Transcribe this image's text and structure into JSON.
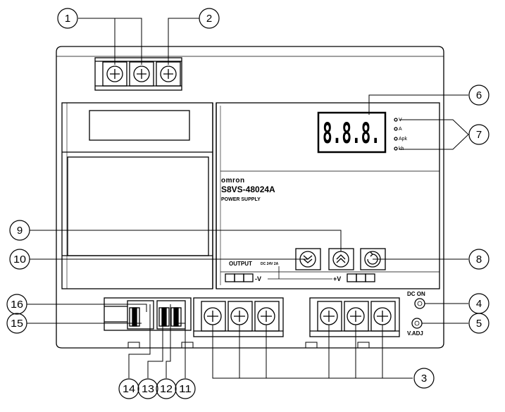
{
  "display": {
    "digits": "8.8.8.",
    "indicators": [
      "V",
      "A",
      "Apk",
      "kh"
    ]
  },
  "panel": {
    "brand": "omron",
    "model": "S8VS-48024A",
    "subtitle": "POWER SUPPLY",
    "output_label": "OUTPUT",
    "output_rating": "DC 24V 2A",
    "minus_v": "-V",
    "plus_v": "+V",
    "dc_on": "DC ON",
    "v_adj": "V.ADJ"
  },
  "callouts": [
    "1",
    "2",
    "3",
    "4",
    "5",
    "6",
    "7",
    "8",
    "9",
    "10",
    "11",
    "12",
    "13",
    "14",
    "15",
    "16"
  ]
}
